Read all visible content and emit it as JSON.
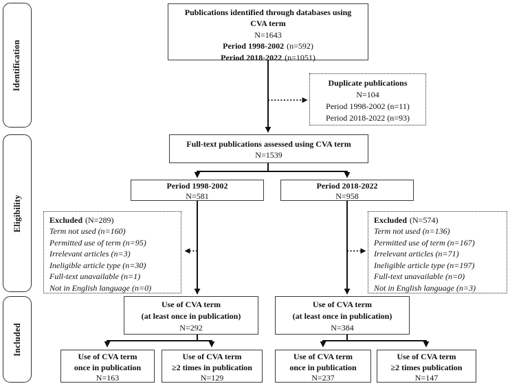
{
  "stages": {
    "identification": "Identification",
    "eligibility": "Eligibility",
    "included": "Included"
  },
  "boxes": {
    "identified": {
      "title_line1": "Publications identified through databases using",
      "title_line2": "CVA term",
      "n": "N=1643",
      "period1_bold": "Period 1998-2002",
      "period1_rest": "(n=592)",
      "period2_bold": "Period 2018-2022",
      "period2_rest": "(n=1051)"
    },
    "duplicates": {
      "title": "Duplicate publications",
      "n": "N=104",
      "period1": "Period 1998-2002  (n=11)",
      "period2": "Period 2018-2022  (n=93)"
    },
    "fulltext": {
      "title": "Full-text publications assessed using CVA term",
      "n": "N=1539"
    },
    "period_left": {
      "title": "Period 1998-2002",
      "n": "N=581"
    },
    "period_right": {
      "title": "Period 2018-2022",
      "n": "N=958"
    },
    "excluded_left": {
      "title_bold": "Excluded",
      "title_rest": "(N=289)",
      "reasons": [
        "Term not used (n=160)",
        "Permitted use of term (n=95)",
        "Irrelevant articles (n=3)",
        "Ineligible article type (n=30)",
        "Full-text unavailable (n=1)",
        "Not in English language (n=0)"
      ]
    },
    "excluded_right": {
      "title_bold": "Excluded",
      "title_rest": "(N=574)",
      "reasons": [
        "Term not used (n=136)",
        "Permitted use of term (n=167)",
        "Irrelevant articles (n=71)",
        "Ineligible article type (n=197)",
        "Full-text unavailable (n=0)",
        "Not in English language (n=3)"
      ]
    },
    "use_left": {
      "line1": "Use of CVA term",
      "line2": "(at least once in publication)",
      "n": "N=292"
    },
    "use_right": {
      "line1": "Use of CVA term",
      "line2": "(at least once in publication)",
      "n": "N=384"
    },
    "once_left": {
      "line1": "Use of CVA term",
      "line2": "once in publication",
      "n": "N=163"
    },
    "multi_left": {
      "line1": "Use of CVA term",
      "line2": "≥2 times in publication",
      "n": "N=129"
    },
    "once_right": {
      "line1": "Use of CVA term",
      "line2": "once in publication",
      "n": "N=237"
    },
    "multi_right": {
      "line1": "Use of CVA term",
      "line2": "≥2 times publication",
      "n": "N=147"
    }
  },
  "colors": {
    "line": "#111111",
    "border": "#3a3a3a",
    "background": "#ffffff"
  }
}
